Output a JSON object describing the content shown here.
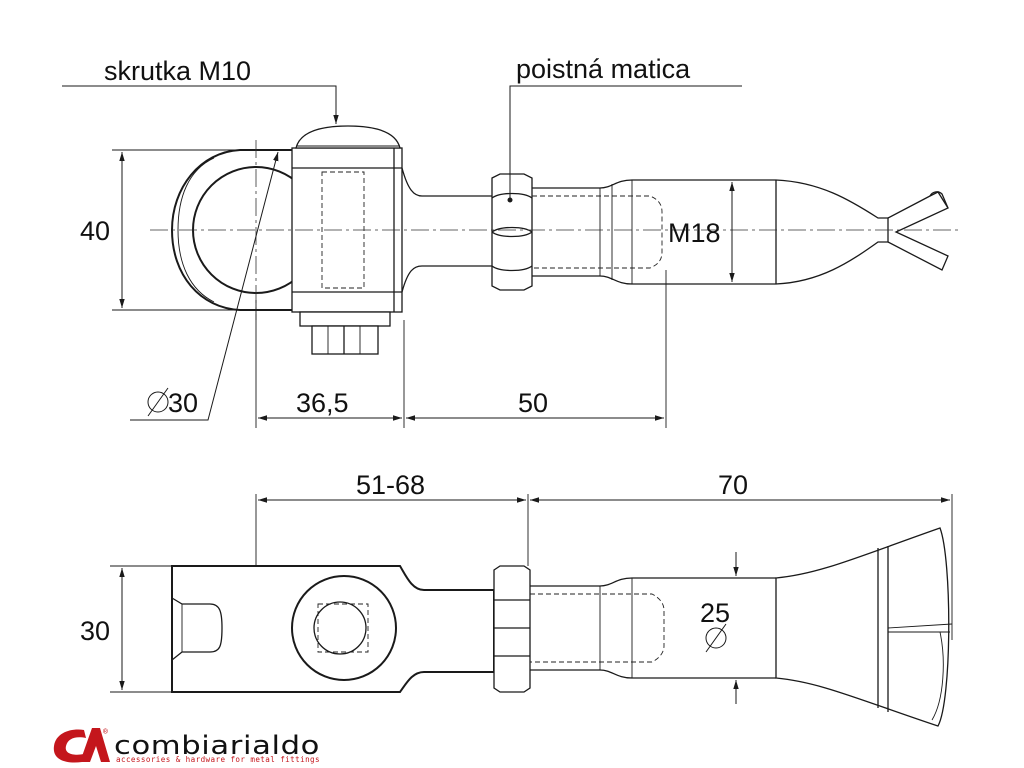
{
  "labels": {
    "screw": "skrutka M10",
    "lock_nut": "poistná matica",
    "thread": "M18",
    "top_height": "40",
    "eye_diameter": "30",
    "dim_eye_length": "36,5",
    "dim_shaft_length": "50",
    "dim_adjust_range": "51-68",
    "dim_tip_length": "70",
    "bottom_height": "30",
    "tip_diameter": "25"
  },
  "logo": {
    "mark": "CA",
    "registered": "®",
    "name": "combiarialdo",
    "tagline": "accessories & hardware for metal fittings"
  },
  "colors": {
    "line": "#1a1a1a",
    "brand_red": "#c4161c",
    "brand_dark": "#111111"
  }
}
